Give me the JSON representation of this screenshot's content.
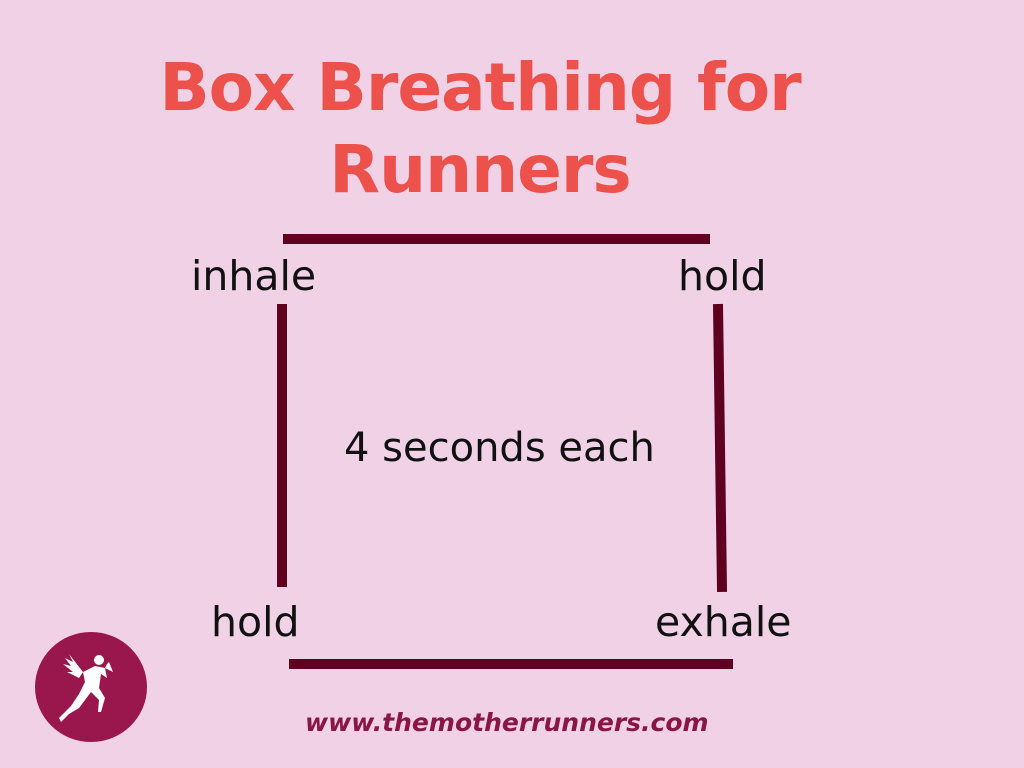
{
  "title": {
    "line1": "Box Breathing for",
    "line2": "Runners"
  },
  "box": {
    "top_left": "inhale",
    "top_right": "hold",
    "bottom_left": "hold",
    "bottom_right": "exhale",
    "center": "4 seconds each"
  },
  "footer": {
    "url": "www.themotherrunners.com",
    "logo": "running-woman-with-wings-icon"
  },
  "colors": {
    "background": "#f1d1e6",
    "title": "#ec514b",
    "lines": "#5f0020",
    "logo": "#9a174d"
  }
}
